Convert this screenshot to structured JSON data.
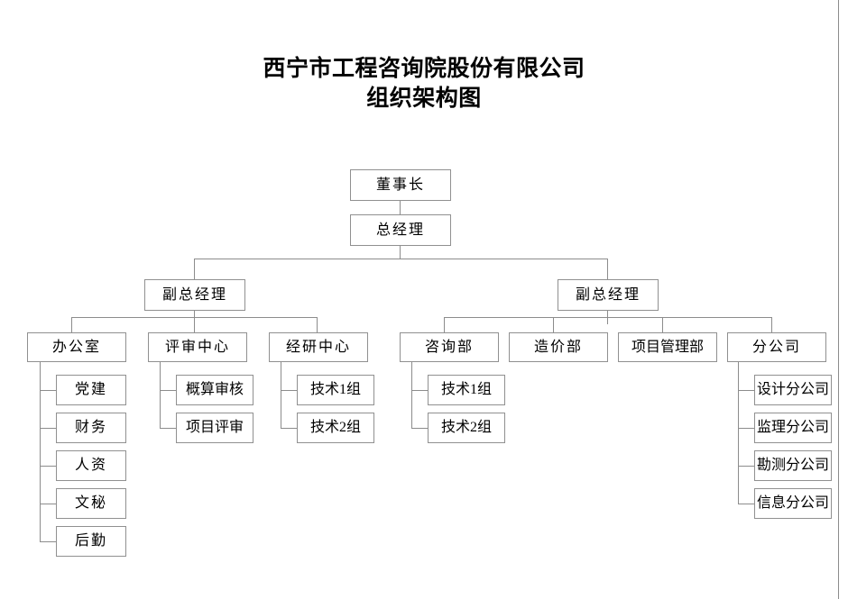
{
  "document": {
    "title_line1": "西宁市工程咨询院股份有限公司",
    "title_line2": "组织架构图"
  },
  "colors": {
    "background": "#ffffff",
    "box_border": "#909090",
    "connector": "#8c8c8c",
    "text": "#000000",
    "page_border": "#8c8c8c"
  },
  "chart_data": {
    "type": "diagram",
    "diagram_kind": "organization-chart",
    "orientation": "top-down",
    "title": "西宁市工程咨询院股份有限公司 组织架构图",
    "nodes": [
      {
        "id": "chairman",
        "label": "董事长",
        "level": 0
      },
      {
        "id": "gm",
        "label": "总经理",
        "level": 1
      },
      {
        "id": "dgm_left",
        "label": "副总经理",
        "level": 2
      },
      {
        "id": "dgm_right",
        "label": "副总经理",
        "level": 2
      },
      {
        "id": "office",
        "label": "办公室",
        "level": 3
      },
      {
        "id": "review",
        "label": "评审中心",
        "level": 3
      },
      {
        "id": "research",
        "label": "经研中心",
        "level": 3
      },
      {
        "id": "consult",
        "label": "咨询部",
        "level": 3
      },
      {
        "id": "cost",
        "label": "造价部",
        "level": 3
      },
      {
        "id": "pm",
        "label": "项目管理部",
        "level": 3
      },
      {
        "id": "branch",
        "label": "分公司",
        "level": 3
      },
      {
        "id": "office_1",
        "label": "党建",
        "level": 4
      },
      {
        "id": "office_2",
        "label": "财务",
        "level": 4
      },
      {
        "id": "office_3",
        "label": "人资",
        "level": 4
      },
      {
        "id": "office_4",
        "label": "文秘",
        "level": 4
      },
      {
        "id": "office_5",
        "label": "后勤",
        "level": 4
      },
      {
        "id": "review_1",
        "label": "概算审核",
        "level": 4
      },
      {
        "id": "review_2",
        "label": "项目评审",
        "level": 4
      },
      {
        "id": "research_1",
        "label": "技术1组",
        "level": 4
      },
      {
        "id": "research_2",
        "label": "技术2组",
        "level": 4
      },
      {
        "id": "consult_1",
        "label": "技术1组",
        "level": 4
      },
      {
        "id": "consult_2",
        "label": "技术2组",
        "level": 4
      },
      {
        "id": "branch_1",
        "label": "设计分公司",
        "level": 4
      },
      {
        "id": "branch_2",
        "label": "监理分公司",
        "level": 4
      },
      {
        "id": "branch_3",
        "label": "勘测分公司",
        "level": 4
      },
      {
        "id": "branch_4",
        "label": "信息分公司",
        "level": 4
      }
    ],
    "edges": [
      {
        "from": "chairman",
        "to": "gm"
      },
      {
        "from": "gm",
        "to": "dgm_left"
      },
      {
        "from": "gm",
        "to": "dgm_right"
      },
      {
        "from": "dgm_left",
        "to": "office"
      },
      {
        "from": "dgm_left",
        "to": "review"
      },
      {
        "from": "dgm_left",
        "to": "research"
      },
      {
        "from": "dgm_right",
        "to": "consult"
      },
      {
        "from": "dgm_right",
        "to": "cost"
      },
      {
        "from": "dgm_right",
        "to": "pm"
      },
      {
        "from": "dgm_right",
        "to": "branch"
      },
      {
        "from": "office",
        "to": "office_1"
      },
      {
        "from": "office",
        "to": "office_2"
      },
      {
        "from": "office",
        "to": "office_3"
      },
      {
        "from": "office",
        "to": "office_4"
      },
      {
        "from": "office",
        "to": "office_5"
      },
      {
        "from": "review",
        "to": "review_1"
      },
      {
        "from": "review",
        "to": "review_2"
      },
      {
        "from": "research",
        "to": "research_1"
      },
      {
        "from": "research",
        "to": "research_2"
      },
      {
        "from": "consult",
        "to": "consult_1"
      },
      {
        "from": "consult",
        "to": "consult_2"
      },
      {
        "from": "branch",
        "to": "branch_1"
      },
      {
        "from": "branch",
        "to": "branch_2"
      },
      {
        "from": "branch",
        "to": "branch_3"
      },
      {
        "from": "branch",
        "to": "branch_4"
      }
    ]
  }
}
